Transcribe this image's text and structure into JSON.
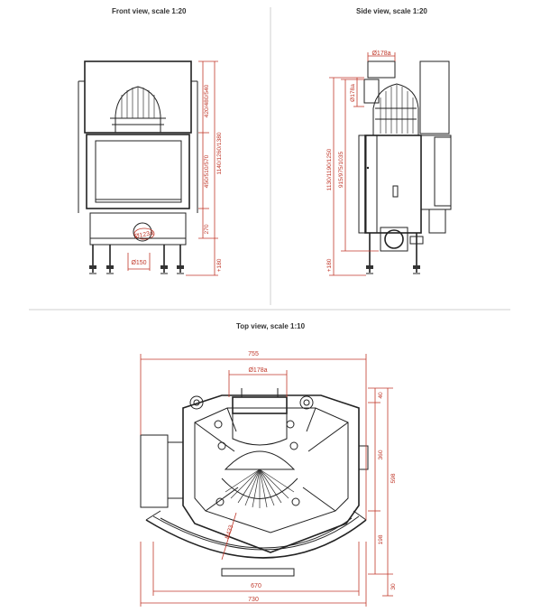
{
  "titles": {
    "front": "Front view, scale 1:20",
    "side": "Side view, scale 1:20",
    "top": "Top view, scale 1:10"
  },
  "front": {
    "dim_upper": "420/480/540",
    "dim_middle": "450/510/570",
    "dim_total": "1140/1260/1380",
    "dim_base": "270",
    "dim_feet": "+180",
    "dia_outlet": "Ø123a",
    "dia_air": "Ø150"
  },
  "side": {
    "dia_top": "Ø178a",
    "dia_vertical": "Ø178a",
    "dim_total": "1130/1190/1250",
    "dim_inner": "915/975/1035",
    "dim_feet": "+180"
  },
  "top": {
    "width_overall": "755",
    "dia_flue": "Ø178a",
    "radius": "R433",
    "width_670": "670",
    "width_730": "730",
    "dim_40": "40",
    "dim_360": "360",
    "dim_598": "598",
    "dim_198": "198",
    "dim_30": "30"
  },
  "colors": {
    "dimension": "#c0392b",
    "drawing": "#222222"
  }
}
